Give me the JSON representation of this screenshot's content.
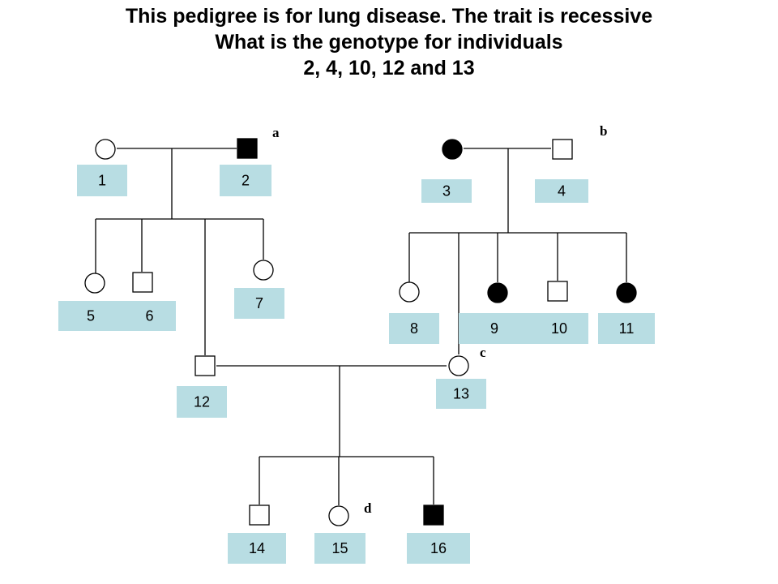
{
  "title_lines": [
    "This pedigree is for lung disease. The trait is recessive",
    "What is the genotype for individuals",
    "2, 4, 10, 12 and 13"
  ],
  "colors": {
    "label_box": "#b8dde3",
    "affected": "#000000",
    "unaffected": "#ffffff"
  },
  "generation_letters": [
    "a",
    "b",
    "c",
    "d"
  ],
  "individuals": [
    {
      "id": "1",
      "sex": "female",
      "affected": false
    },
    {
      "id": "2",
      "sex": "male",
      "affected": true
    },
    {
      "id": "3",
      "sex": "female",
      "affected": true
    },
    {
      "id": "4",
      "sex": "male",
      "affected": false
    },
    {
      "id": "5",
      "sex": "female",
      "affected": false
    },
    {
      "id": "6",
      "sex": "male",
      "affected": false
    },
    {
      "id": "7",
      "sex": "female",
      "affected": false
    },
    {
      "id": "8",
      "sex": "female",
      "affected": false
    },
    {
      "id": "9",
      "sex": "female",
      "affected": true
    },
    {
      "id": "10",
      "sex": "male",
      "affected": false
    },
    {
      "id": "11",
      "sex": "female",
      "affected": true
    },
    {
      "id": "12",
      "sex": "male",
      "affected": false
    },
    {
      "id": "13",
      "sex": "female",
      "affected": false
    },
    {
      "id": "14",
      "sex": "male",
      "affected": false
    },
    {
      "id": "15",
      "sex": "female",
      "affected": false
    },
    {
      "id": "16",
      "sex": "male",
      "affected": true
    }
  ]
}
